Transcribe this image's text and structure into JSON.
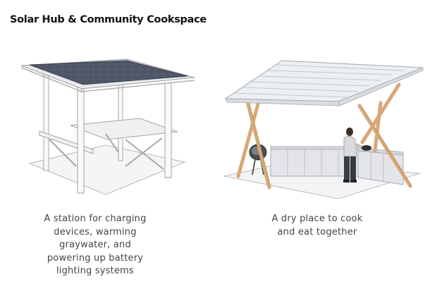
{
  "title": "Solar Hub & Community Cookspace",
  "panels": [
    {
      "id": "solar-hub",
      "caption_lines": [
        "A station for charging",
        "devices, warming",
        "graywater, and",
        "powering up battery",
        "lighting systems"
      ]
    },
    {
      "id": "cookspace",
      "caption_lines": [
        "A dry place to cook",
        "and eat together"
      ]
    }
  ],
  "colors": {
    "frame_stroke": "#a7a7a7",
    "frame_fill": "#f7f7f7",
    "solar_panel": "#4d5566",
    "wood": "#d7a877",
    "roof_fill": "#eef0f3",
    "counter_fill": "#e3e5e8"
  }
}
